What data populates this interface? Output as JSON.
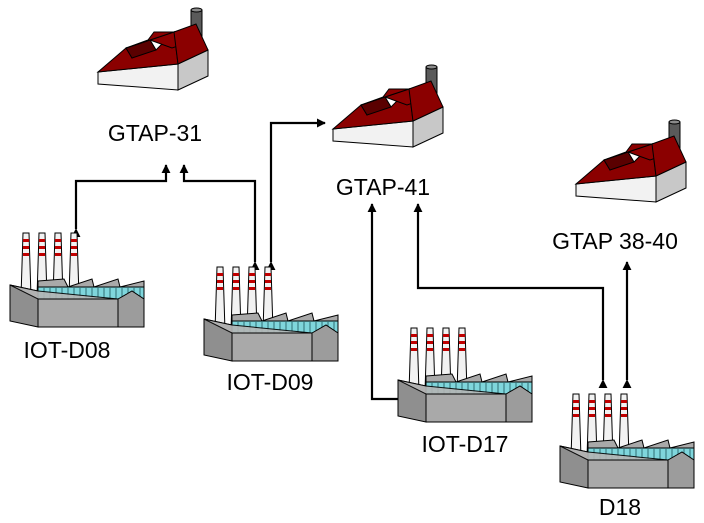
{
  "nodes": [
    {
      "id": "gtap31",
      "kind": "gtap",
      "label": "GTAP-31"
    },
    {
      "id": "gtap41",
      "kind": "gtap",
      "label": "GTAP-41"
    },
    {
      "id": "gtap3840",
      "kind": "gtap",
      "label": "GTAP 38-40"
    },
    {
      "id": "iotd08",
      "kind": "iot",
      "label": "IOT-D08"
    },
    {
      "id": "iotd09",
      "kind": "iot",
      "label": "IOT-D09"
    },
    {
      "id": "iotd17",
      "kind": "iot",
      "label": "IOT-D17"
    },
    {
      "id": "d18",
      "kind": "iot",
      "label": "D18"
    }
  ],
  "edges": [
    {
      "from": "iotd08",
      "to": "gtap31",
      "direction": "both"
    },
    {
      "from": "iotd09",
      "to": "gtap31",
      "direction": "both"
    },
    {
      "from": "iotd09",
      "to": "gtap41",
      "direction": "both"
    },
    {
      "from": "iotd17",
      "to": "gtap41",
      "direction": "both"
    },
    {
      "from": "d18",
      "to": "gtap41",
      "direction": "both"
    },
    {
      "from": "d18",
      "to": "gtap3840",
      "direction": "both"
    }
  ],
  "colors": {
    "roof": "#8b0000",
    "roof_dark": "#5a0000",
    "wall": "#f2f2f2",
    "wall_shade": "#c8c8c8",
    "chimney": "#5a5a5a",
    "plant_body": "#a9a9a9",
    "plant_dark": "#7f7f7f",
    "windows": "#7fd6dc",
    "stack_stripe": "#c00000",
    "arrow": "#000000"
  }
}
